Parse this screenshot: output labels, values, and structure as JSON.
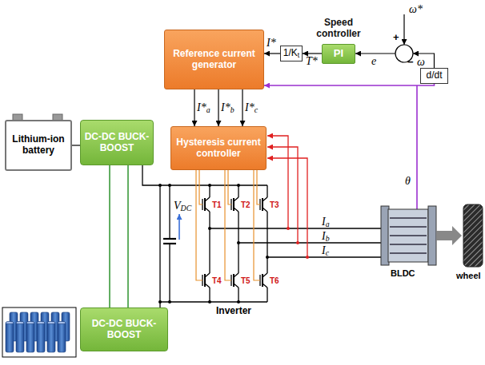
{
  "diagram": {
    "nodes": [
      {
        "text": [
          "Speed controller",
          "PI"
        ]
      },
      {
        "text": [
          "Reference current generator"
        ]
      },
      {
        "text": [
          "1/Kt"
        ]
      },
      {
        "text": [
          "d/dt"
        ]
      },
      {
        "text": [
          "Hysteresis current controller"
        ]
      },
      {
        "text": [
          "Lithium-ion battery"
        ]
      },
      {
        "text": [
          "DC-DC BUCK-BOOST"
        ]
      },
      {
        "text": [
          "DC-DC BUCK-BOOST"
        ]
      }
    ],
    "edges": [
      {
        "from": 0,
        "to": 2,
        "arrow": "to",
        "label": "T*"
      },
      {
        "from": 2,
        "to": 1,
        "arrow": "to",
        "label": "I*"
      },
      {
        "from": 1,
        "to": 4,
        "arrow": "to",
        "label": "I*a"
      },
      {
        "from": 1,
        "to": 4,
        "arrow": "to",
        "label": "I*b"
      },
      {
        "from": 1,
        "to": 4,
        "arrow": "to",
        "label": "I*c"
      },
      {
        "from": 5,
        "to": 6,
        "arrow": "none"
      },
      {
        "from": 3,
        "to": 1,
        "arrow": "to"
      }
    ],
    "labels": [
      "ω*",
      "+",
      "−",
      "ω",
      "e",
      "θ",
      "VDC",
      "T1",
      "T2",
      "T3",
      "T4",
      "T5",
      "T6",
      "Inverter",
      "Ia",
      "Ib",
      "Ic",
      "BLDC",
      "wheel"
    ]
  }
}
